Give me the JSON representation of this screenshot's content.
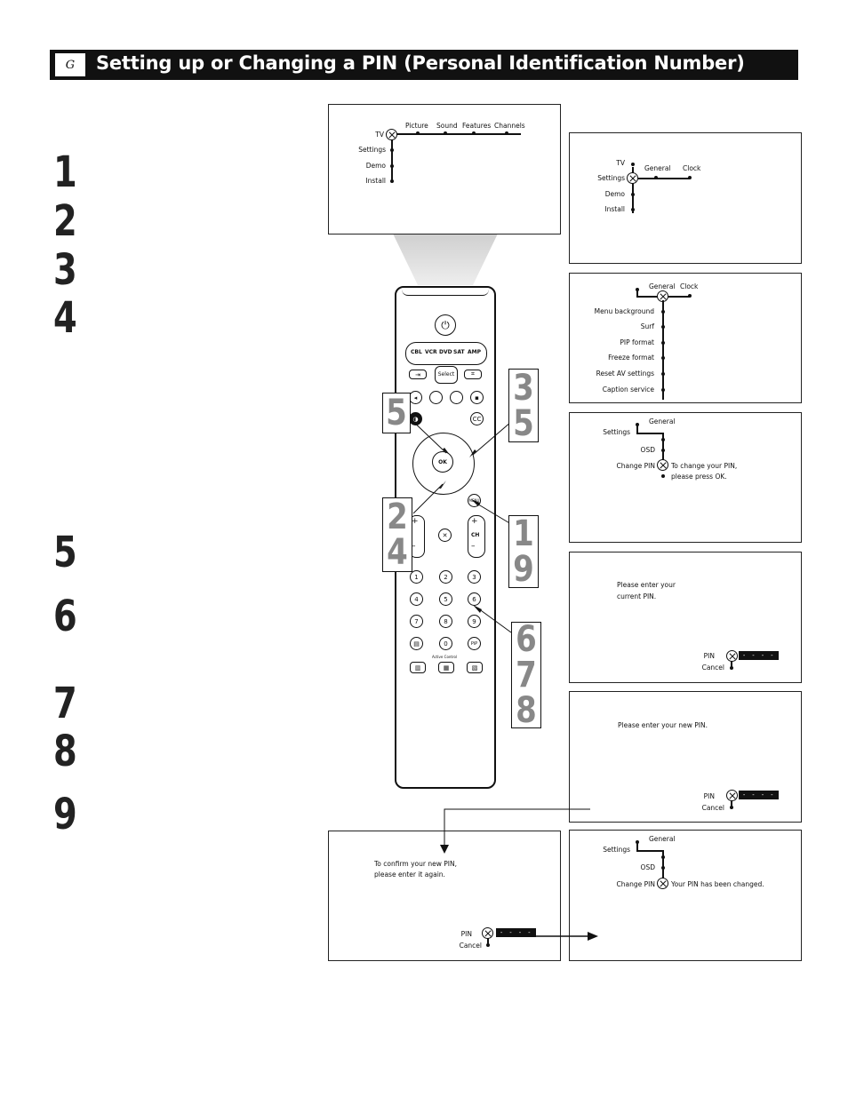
{
  "header": {
    "tag": "G",
    "title": "Setting up or Changing a PIN (Personal Identification Number)"
  },
  "steps": [
    "1",
    "2",
    "3",
    "4",
    "5",
    "6",
    "7",
    "8",
    "9"
  ],
  "panel1": {
    "tv": "TV",
    "menu": [
      "Picture",
      "Sound",
      "Features",
      "Channels"
    ],
    "side": [
      "Settings",
      "Demo",
      "Install"
    ]
  },
  "panel2": {
    "tv": "TV",
    "side": [
      "Settings",
      "Demo",
      "Install"
    ],
    "menu": [
      "General",
      "Clock"
    ]
  },
  "panel3": {
    "menu": [
      "General",
      "Clock"
    ],
    "items": [
      "Menu background",
      "Surf",
      "PIP format",
      "Freeze format",
      "Reset AV settings",
      "Caption service"
    ]
  },
  "panel4": {
    "general": "General",
    "settings": "Settings",
    "osd": "OSD",
    "change_pin": "Change PIN",
    "msg1": "To change your PIN,",
    "msg2": "please press OK."
  },
  "panel5": {
    "msg1": "Please enter your",
    "msg2": "current PIN.",
    "pin": "PIN",
    "cancel": "Cancel",
    "mask": "- - - -"
  },
  "panel6": {
    "msg": "Please enter your new PIN.",
    "pin": "PIN",
    "cancel": "Cancel",
    "mask": "- - - -"
  },
  "panel7": {
    "msg1": "To confirm your new PIN,",
    "msg2": "please enter it again.",
    "pin": "PIN",
    "cancel": "Cancel",
    "mask": "- - - -"
  },
  "panel8": {
    "general": "General",
    "settings": "Settings",
    "osd": "OSD",
    "change_pin": "Change PIN",
    "msg": "Your PIN has been changed."
  },
  "remote": {
    "sources": [
      "CBL",
      "VCR",
      "DVD",
      "SAT",
      "AMP"
    ],
    "select": "Select",
    "cc": "CC",
    "ok": "OK",
    "menu": "MENU",
    "ch": "CH",
    "plus": "+",
    "minus": "–",
    "digits": [
      "1",
      "2",
      "3",
      "4",
      "5",
      "6",
      "7",
      "8",
      "9",
      "0"
    ],
    "pip": "PiP",
    "active_control": "Active Control"
  },
  "callouts": {
    "c35": [
      "3",
      "5"
    ],
    "c5": [
      "5"
    ],
    "c24": [
      "2",
      "4"
    ],
    "c19": [
      "1",
      "9"
    ],
    "c678": [
      "6",
      "7",
      "8"
    ]
  }
}
